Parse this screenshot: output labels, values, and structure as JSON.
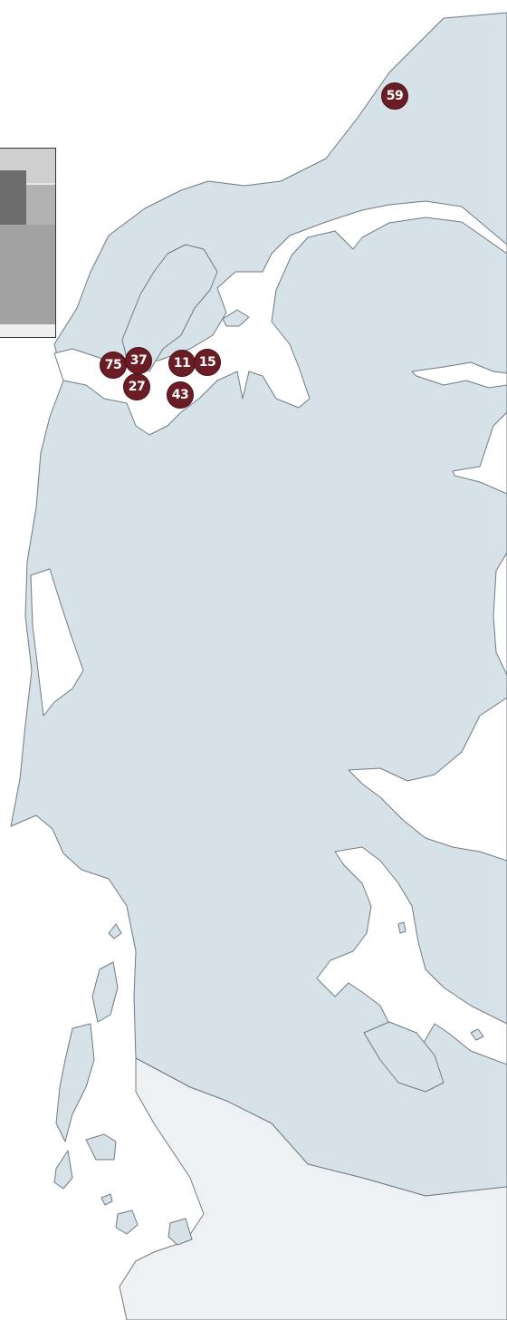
{
  "markers": [
    {
      "id": "59",
      "label": "59"
    },
    {
      "id": "75",
      "label": "75"
    },
    {
      "id": "37",
      "label": "37"
    },
    {
      "id": "27",
      "label": "27"
    },
    {
      "id": "11",
      "label": "11"
    },
    {
      "id": "15",
      "label": "15"
    },
    {
      "id": "43",
      "label": "43"
    }
  ],
  "colors": {
    "land": "#d6e1e8",
    "neighbor_land": "#eef1f4",
    "water": "#ffffff",
    "marker": "#6a1d24",
    "marker_text": "#ffffff"
  },
  "photo": {
    "icon": "building-photo"
  }
}
